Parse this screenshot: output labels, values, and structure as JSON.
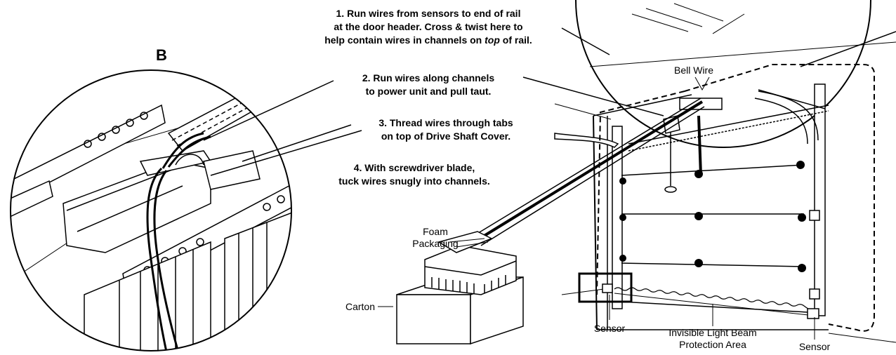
{
  "figure_letter": "B",
  "steps": [
    {
      "lines": [
        "1. Run wires from sensors to end of rail",
        "at the door header. Cross & twist here to"
      ],
      "line3_pre": "help contain wires in channels on ",
      "line3_em": "top",
      "line3_post": " of rail."
    },
    {
      "lines": [
        "2. Run wires along channels",
        "to power unit and pull taut."
      ]
    },
    {
      "lines": [
        "3. Thread wires through tabs",
        "on top of Drive Shaft Cover."
      ]
    },
    {
      "lines": [
        "4. With screwdriver blade,",
        "tuck wires snugly into channels."
      ]
    }
  ],
  "labels": {
    "bell_wire": "Bell Wire",
    "foam_line1": "Foam",
    "foam_line2": "Packaging",
    "carton": "Carton",
    "sensor_left": "Sensor",
    "beam_line1": "Invisible Light Beam",
    "beam_line2": "Protection Area",
    "sensor_right": "Sensor"
  }
}
